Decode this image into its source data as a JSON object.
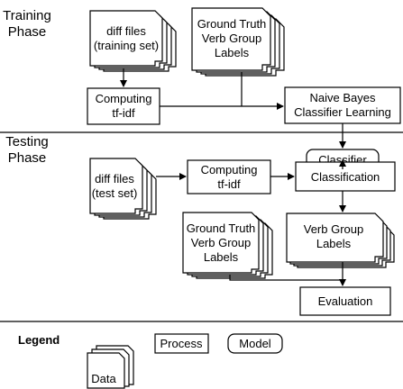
{
  "phases": {
    "training": [
      "Training",
      "Phase"
    ],
    "testing": [
      "Testing",
      "Phase"
    ]
  },
  "nodes": {
    "train_diff": [
      "diff files",
      "(training set)"
    ],
    "gt_train": [
      "Ground Truth",
      "Verb Group",
      "Labels"
    ],
    "tfidf_train": [
      "Computing",
      "tf-idf"
    ],
    "nb_learning": [
      "Naive Bayes",
      "Classifier Learning"
    ],
    "classifier": [
      "Classifier"
    ],
    "test_diff": [
      "diff files",
      "(test set)"
    ],
    "tfidf_test": [
      "Computing",
      "tf-idf"
    ],
    "classification": [
      "Classification"
    ],
    "gt_test": [
      "Ground Truth",
      "Verb Group",
      "Labels"
    ],
    "verb_labels": [
      "Verb Group",
      "Labels"
    ],
    "evaluation": [
      "Evaluation"
    ]
  },
  "legend": {
    "title": "Legend",
    "data": "Data",
    "process": "Process",
    "model": "Model"
  }
}
